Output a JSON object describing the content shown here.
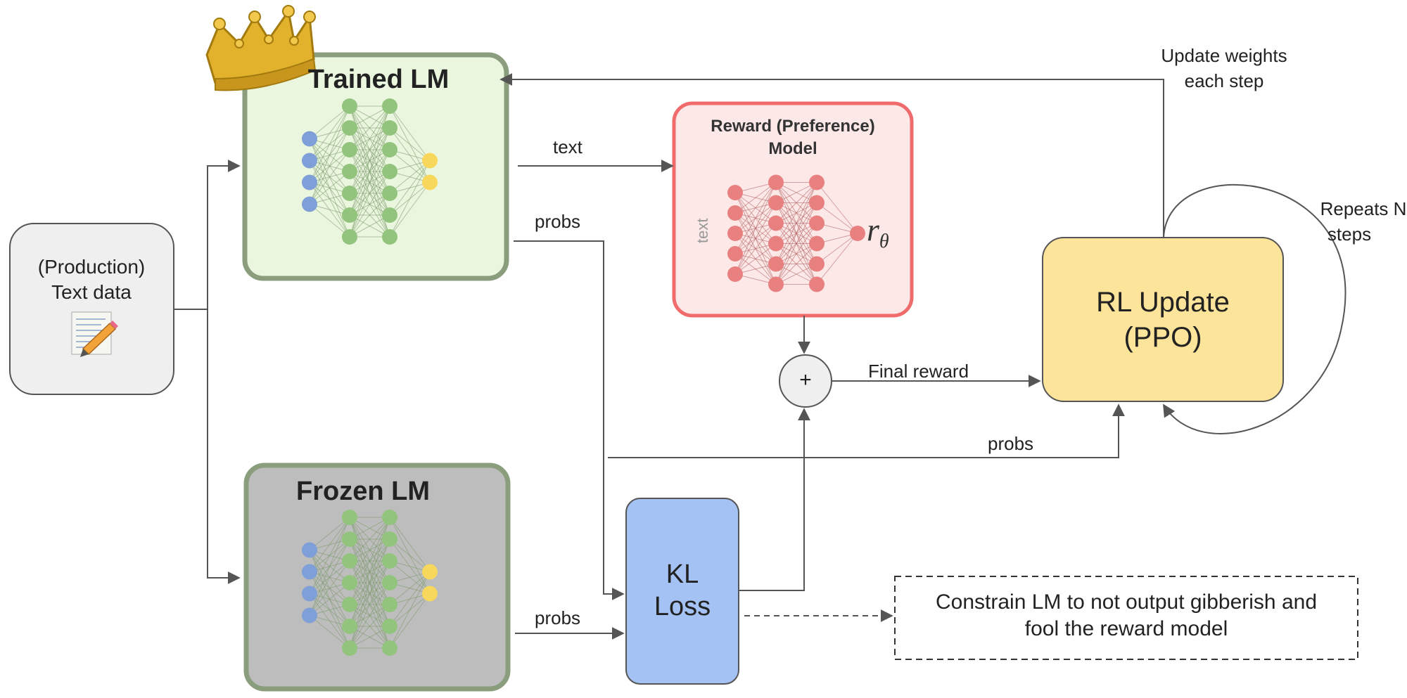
{
  "input_box": {
    "label_line1": "(Production)",
    "label_line2": "Text data",
    "icon": "notepad-pencil-icon"
  },
  "trained_lm": {
    "title": "Trained LM",
    "crown_icon": "crown-icon"
  },
  "frozen_lm": {
    "title": "Frozen LM"
  },
  "reward_model": {
    "title_line1": "Reward (Preference)",
    "title_line2": "Model",
    "input_label": "text",
    "output_symbol": "r",
    "output_subscript": "θ"
  },
  "sum_node": {
    "symbol": "+"
  },
  "kl_loss": {
    "line1": "KL",
    "line2": "Loss"
  },
  "rl_update": {
    "line1": "RL Update",
    "line2": "(PPO)"
  },
  "note_box": {
    "line1": "Constrain LM to not output gibberish and",
    "line2": "fool the reward model"
  },
  "edge_labels": {
    "text": "text",
    "probs_trained": "probs",
    "probs_frozen": "probs",
    "probs_to_rl": "probs",
    "final_reward": "Final reward",
    "update_line1": "Update weights",
    "update_line2": "each step",
    "repeats_line1": "Repeats N",
    "repeats_line2": "steps"
  },
  "colors": {
    "trained_fill": "#eaf6de",
    "trained_border": "#8a9e7d",
    "frozen_fill": "#bdbdbd",
    "frozen_border": "#8a9e7d",
    "input_fill": "#efefef",
    "reward_fill": "#fde8e8",
    "reward_border": "#f06b6b",
    "kl_fill": "#a4c2f4",
    "rl_fill": "#fde49b",
    "node_green": "#93c47d",
    "node_blue": "#7f9fd8",
    "node_yellow": "#f7d85c",
    "node_red": "#e98080",
    "crown_gold": "#e3b22c",
    "arrow": "#555555"
  }
}
